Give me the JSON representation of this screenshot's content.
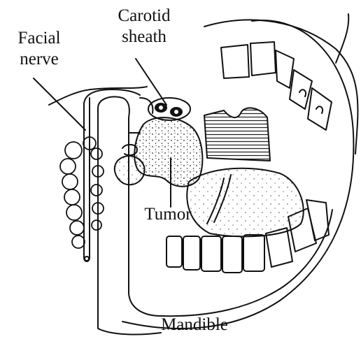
{
  "figure": {
    "labels": {
      "facial_nerve": [
        "Facial",
        "nerve"
      ],
      "carotid_sheath": [
        "Carotid",
        "sheath"
      ],
      "tumor": "Tumor",
      "mandible": "Mandible"
    },
    "colors": {
      "ink": "#111111",
      "background": "#ffffff"
    }
  }
}
